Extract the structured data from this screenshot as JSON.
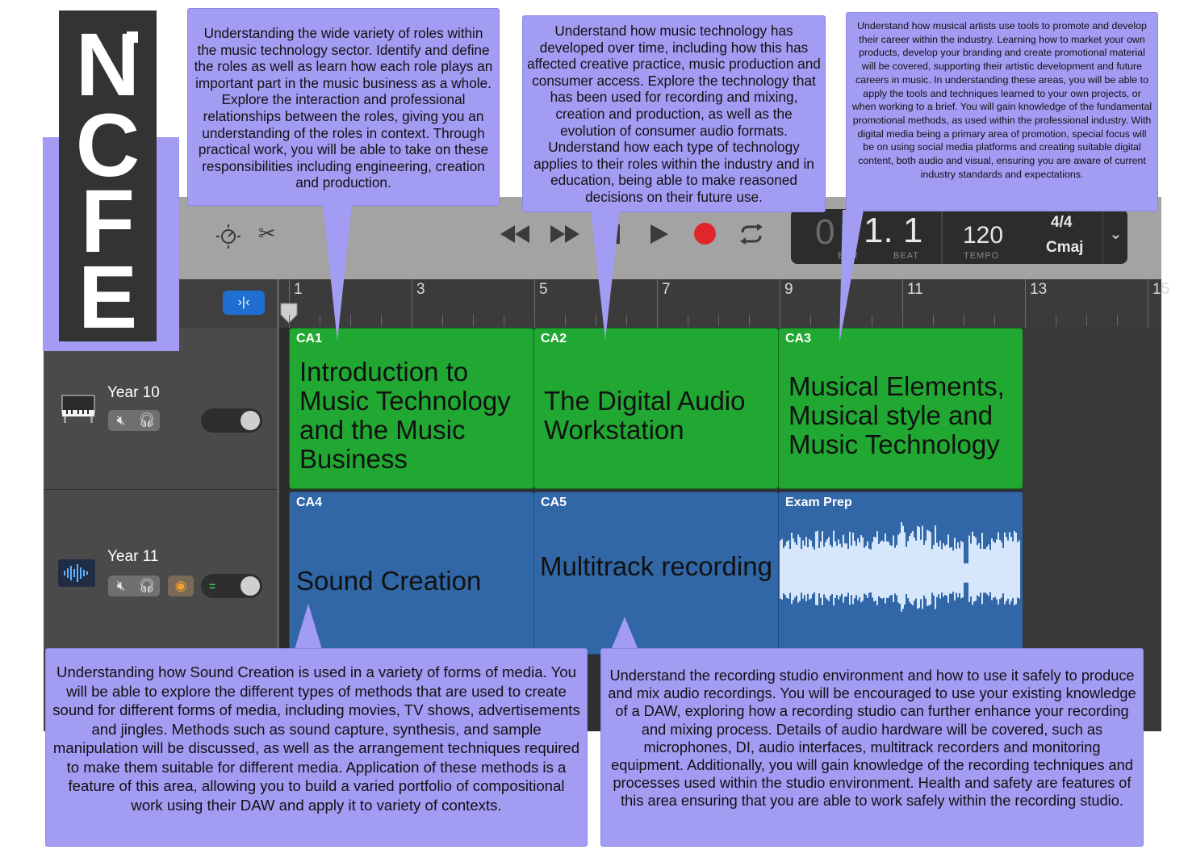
{
  "logo": {
    "letters": [
      "N",
      "C",
      "F",
      "E"
    ],
    "dot": "·"
  },
  "toolbar": {
    "icons": [
      "brightness-icon",
      "scissors-icon",
      "rewind-icon",
      "fast-forward-icon",
      "stop-icon",
      "play-icon",
      "record-icon",
      "cycle-icon"
    ],
    "lcd": {
      "bar_partial": "0",
      "beat_value": "1. 1",
      "bar_label": "BAR",
      "beat_label": "BEAT",
      "tempo": "120",
      "tempo_label": "TEMPO",
      "time_signature": "4/4",
      "key": "Cmaj"
    }
  },
  "ruler": {
    "bars": [
      "1",
      "3",
      "5",
      "7",
      "9",
      "11",
      "13",
      "15"
    ]
  },
  "tracks": [
    {
      "name": "Year 10"
    },
    {
      "name": "Year 11"
    }
  ],
  "regions": {
    "ca1": {
      "label": "CA1",
      "title": "Introduction to Music Technology and the Music Business"
    },
    "ca2": {
      "label": "CA2",
      "title": "The Digital Audio Workstation"
    },
    "ca3": {
      "label": "CA3",
      "title": "Musical Elements, Musical style and Music Technology"
    },
    "ca4": {
      "label": "CA4",
      "title": "Sound Creation"
    },
    "ca5": {
      "label": "CA5",
      "title": "Multitrack recording"
    },
    "exam": {
      "label": "Exam Prep"
    }
  },
  "callouts": {
    "ca1": "Understanding the wide variety of roles within the music technology sector. Identify and define the roles as well as learn how each role plays an important part in the music business as a whole. Explore the interaction and professional relationships between the roles, giving you an understanding of the roles in context. Through practical work, you will be able to take on these responsibilities including engineering, creation and production.",
    "ca2": "Understand how music technology has developed over time, including how this has affected creative practice, music production and consumer access. Explore the technology that has been used for recording and mixing, creation and production, as well as the evolution of consumer audio formats. Understand how each type of technology applies to their roles within the industry and in education, being able to make reasoned decisions on their future use.",
    "ca3": "Understand how musical artists use tools to promote and develop their career within the industry. Learning how to market your own products, develop your branding and create promotional material will be covered, supporting their artistic development and future careers in music. In understanding these areas, you will be able to apply the tools and techniques learned to your own projects, or when working to a brief. You will gain knowledge of the fundamental promotional methods, as used within the professional industry. With digital media being a primary area of promotion, special focus will be on using social media platforms and creating suitable digital content, both audio and visual, ensuring you are aware of current industry standards and expectations.",
    "ca4": "Understanding how Sound Creation is used in a variety of forms of media. You will be able to explore the different types of methods that are used to create sound for different forms of media, including movies, TV shows, advertisements and jingles. Methods such as sound capture, synthesis, and sample manipulation will be discussed, as well as the arrangement techniques required to make them suitable for different media. Application of these methods is a feature of this area, allowing you to build a varied portfolio of compositional work using their DAW and apply it to variety of contexts.",
    "ca5": "Understand the recording studio environment and how to use it safely to produce and mix audio recordings. You will be encouraged to use your existing knowledge of a DAW, exploring how a recording studio can further enhance your recording and mixing process. Details of audio hardware will be covered, such as microphones, DI, audio interfaces, multitrack recorders and monitoring equipment. Additionally, you will gain knowledge of the recording techniques and processes used within the studio environment. Health and safety are features of this area ensuring that you are able to work safely within the recording studio."
  },
  "colors": {
    "callout": "#a39cf3",
    "green_region": "#21a832",
    "blue_region": "#3167a7",
    "record": "#e0262a"
  }
}
